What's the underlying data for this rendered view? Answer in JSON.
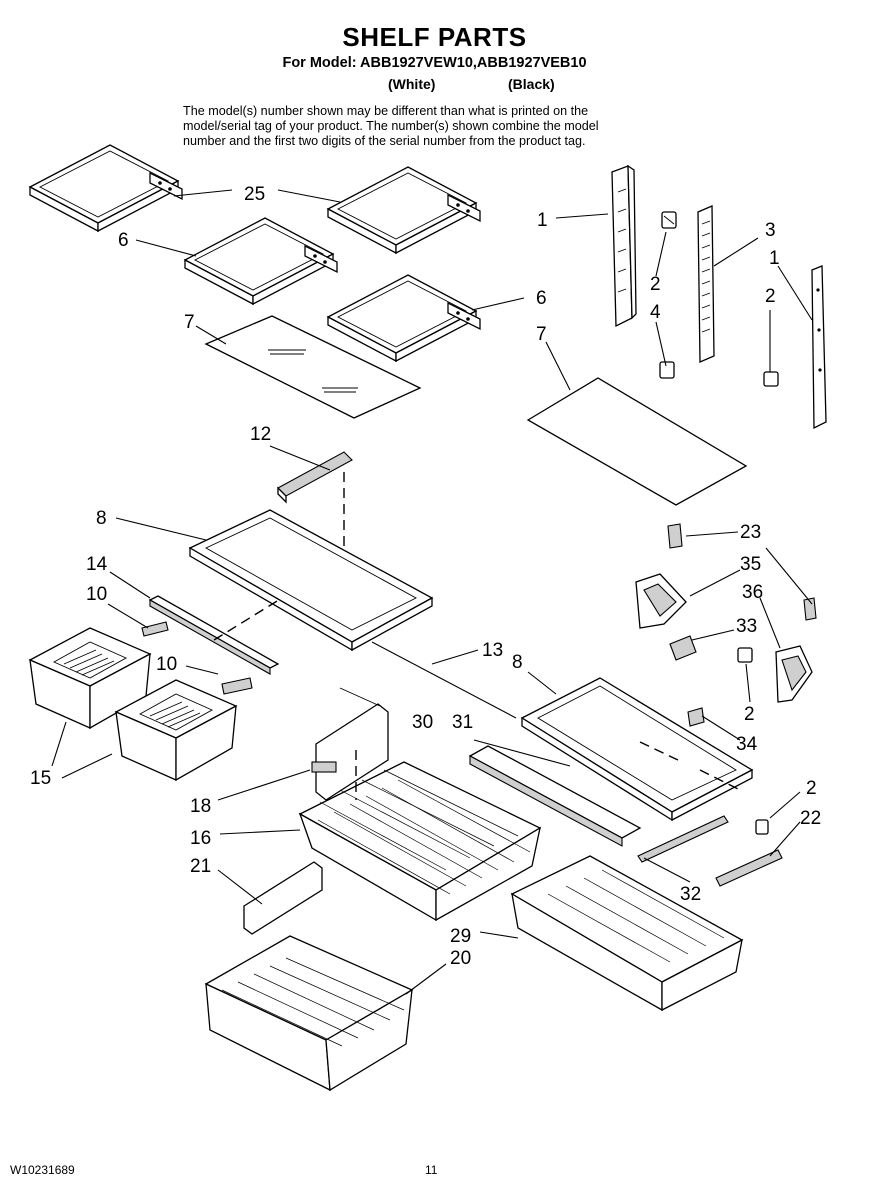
{
  "header": {
    "title": "SHELF PARTS",
    "model_line": "For Model: ABB1927VEW10,ABB1927VEB10",
    "variant_white": "(White)",
    "variant_black": "(Black)",
    "description_lines": [
      "The model(s) number shown may be different than what is printed on the",
      "model/serial tag of your product. The number(s) shown combine the model",
      "number and the first two digits of the serial number from the product tag."
    ]
  },
  "footer": {
    "document_number": "W10231689",
    "page_number": "11"
  },
  "callouts": [
    {
      "id": "c25",
      "label": "25"
    },
    {
      "id": "c6a",
      "label": "6"
    },
    {
      "id": "c6b",
      "label": "6"
    },
    {
      "id": "c7a",
      "label": "7"
    },
    {
      "id": "c7b",
      "label": "7"
    },
    {
      "id": "c1a",
      "label": "1"
    },
    {
      "id": "c2a",
      "label": "2"
    },
    {
      "id": "c4",
      "label": "4"
    },
    {
      "id": "c3",
      "label": "3"
    },
    {
      "id": "c1b",
      "label": "1"
    },
    {
      "id": "c2b",
      "label": "2"
    },
    {
      "id": "c12",
      "label": "12"
    },
    {
      "id": "c8a",
      "label": "8"
    },
    {
      "id": "c14",
      "label": "14"
    },
    {
      "id": "c10a",
      "label": "10"
    },
    {
      "id": "c10b",
      "label": "10"
    },
    {
      "id": "c13",
      "label": "13"
    },
    {
      "id": "c8b",
      "label": "8"
    },
    {
      "id": "c23",
      "label": "23"
    },
    {
      "id": "c35",
      "label": "35"
    },
    {
      "id": "c36",
      "label": "36"
    },
    {
      "id": "c33",
      "label": "33"
    },
    {
      "id": "c2c",
      "label": "2"
    },
    {
      "id": "c34",
      "label": "34"
    },
    {
      "id": "c15",
      "label": "15"
    },
    {
      "id": "c30",
      "label": "30"
    },
    {
      "id": "c31",
      "label": "31"
    },
    {
      "id": "c18",
      "label": "18"
    },
    {
      "id": "c16",
      "label": "16"
    },
    {
      "id": "c21",
      "label": "21"
    },
    {
      "id": "c2d",
      "label": "2"
    },
    {
      "id": "c22",
      "label": "22"
    },
    {
      "id": "c32",
      "label": "32"
    },
    {
      "id": "c29",
      "label": "29"
    },
    {
      "id": "c20",
      "label": "20"
    }
  ]
}
